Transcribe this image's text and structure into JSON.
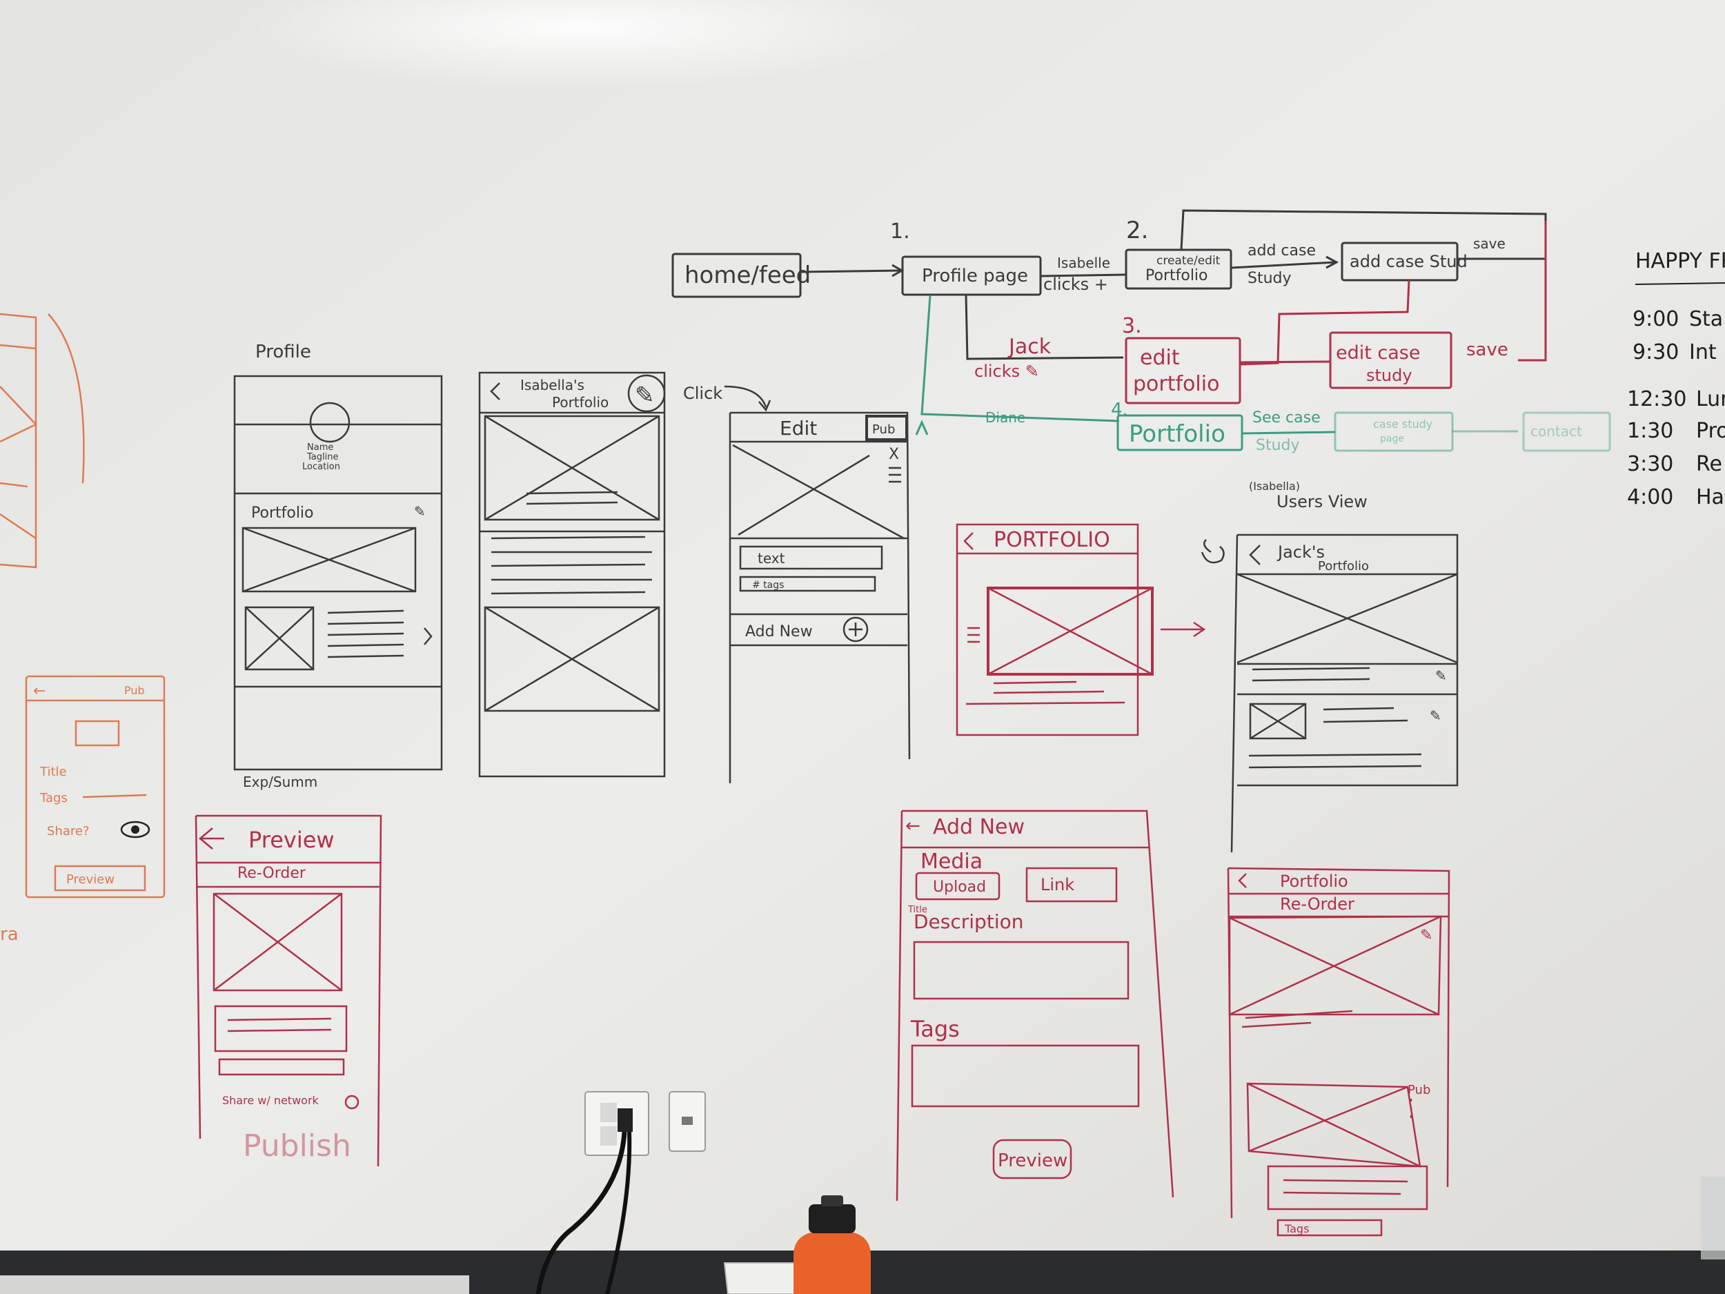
{
  "flow": {
    "home_feed": "home/feed",
    "step1": "1.",
    "profile_page": "Profile page",
    "isabelle": "Isabelle",
    "clicks_plus": "clicks +",
    "step2": "2.",
    "create_edit": "create/edit",
    "portfolio": "Portfolio",
    "add_case": "add case",
    "study": "Study",
    "add_case_study": "add case Stud",
    "save1": "save",
    "step3": "3.",
    "jack": "Jack",
    "clicks_pencil": "clicks ✎",
    "edit": "edit",
    "portfolio_lower": "portfolio",
    "edit_case": "edit case",
    "study_lower": "study",
    "save2": "save",
    "step4": "4.",
    "diane": "Diane",
    "portfolio_green": "Portfolio",
    "see_case": "See case",
    "study_green": "Study",
    "case_study": "case study",
    "page": "page",
    "contact": "contact"
  },
  "schedule": {
    "title": "HAPPY FR",
    "items": [
      {
        "time": "9:00",
        "label": "Star"
      },
      {
        "time": "9:30",
        "label": "Int"
      },
      {
        "time": "12:30",
        "label": "Lun"
      },
      {
        "time": "1:30",
        "label": "Pro"
      },
      {
        "time": "3:30",
        "label": "Re"
      },
      {
        "time": "4:00",
        "label": "Ha"
      }
    ]
  },
  "sketch_profile": {
    "label": "Profile",
    "name": "Name",
    "tagline": "Tagline",
    "location": "Location",
    "portfolio": "Portfolio",
    "exp": "Exp/Summ"
  },
  "sketch_isabella": {
    "title_line1": "Isabella's",
    "title_line2": "Portfolio",
    "click": "Click"
  },
  "sketch_edit": {
    "title": "Edit",
    "pub": "Pub",
    "close": "X",
    "text": "text",
    "tags": "# tags",
    "add_new": "Add New"
  },
  "sketch_left_edge": {
    "pub": "Pub",
    "title": "Title",
    "tags": "Tags",
    "share": "Share?",
    "preview": "Preview",
    "ra": "ra"
  },
  "sketch_preview": {
    "title": "Preview",
    "reorder": "Re-Order",
    "share": "Share w/ network",
    "publish": "Publish"
  },
  "sketch_portfolio": {
    "title": "PORTFOLIO"
  },
  "sketch_users_view": {
    "caption_line1": "(Isabella)",
    "caption_line2": "Users View",
    "title_line1": "Jack's",
    "title_line2": "Portfolio"
  },
  "sketch_add_new": {
    "title": "Add New",
    "media": "Media",
    "upload": "Upload",
    "link": "Link",
    "title_label": "Title",
    "description": "Description",
    "tags": "Tags",
    "preview": "Preview"
  },
  "sketch_reorder": {
    "title": "Portfolio",
    "reorder": "Re-Order",
    "pub": "Pub",
    "tags": "Tags"
  },
  "colors": {
    "wall": "#e9e9e6",
    "black_marker": "#3a3a3a",
    "red_marker": "#b0304a",
    "orange_marker": "#de7a55",
    "green_marker": "#3d9c82",
    "floor": "#2a2c2f",
    "bottle": "#e8622a"
  }
}
